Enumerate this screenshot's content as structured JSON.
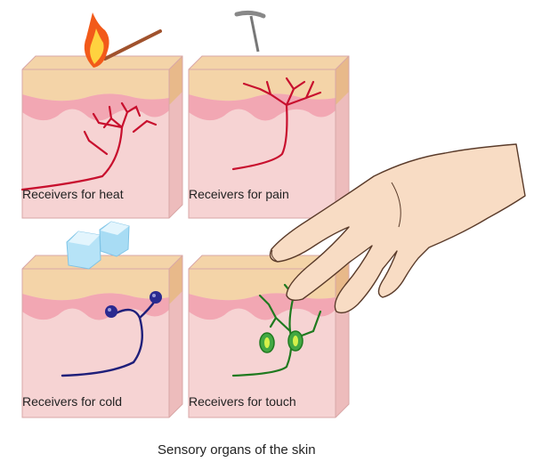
{
  "labels": {
    "heat": "Receivers for heat",
    "pain": "Receivers for pain",
    "cold": "Receivers for cold",
    "touch": "Receivers for touch"
  },
  "title": "Sensory organs of the skin",
  "colors": {
    "epidermis_top": "#f4d4a8",
    "epidermis_side": "#e8b98a",
    "dermis_front": "#f6d3d3",
    "dermis_side": "#edbcbc",
    "wavy_layer": "#f2a7b3",
    "heat_nerve": "#c8102e",
    "pain_nerve": "#c8102e",
    "cold_nerve": "#1f1f7a",
    "touch_nerve": "#1f7a1f",
    "hand_skin": "#f8dcc4",
    "flame": "#f25a1a",
    "ice": "#b6e3f7"
  },
  "icons": {
    "heat": "match-flame-icon",
    "pain": "pin-icon",
    "cold": "ice-cubes-icon",
    "touch": "hand-icon"
  }
}
